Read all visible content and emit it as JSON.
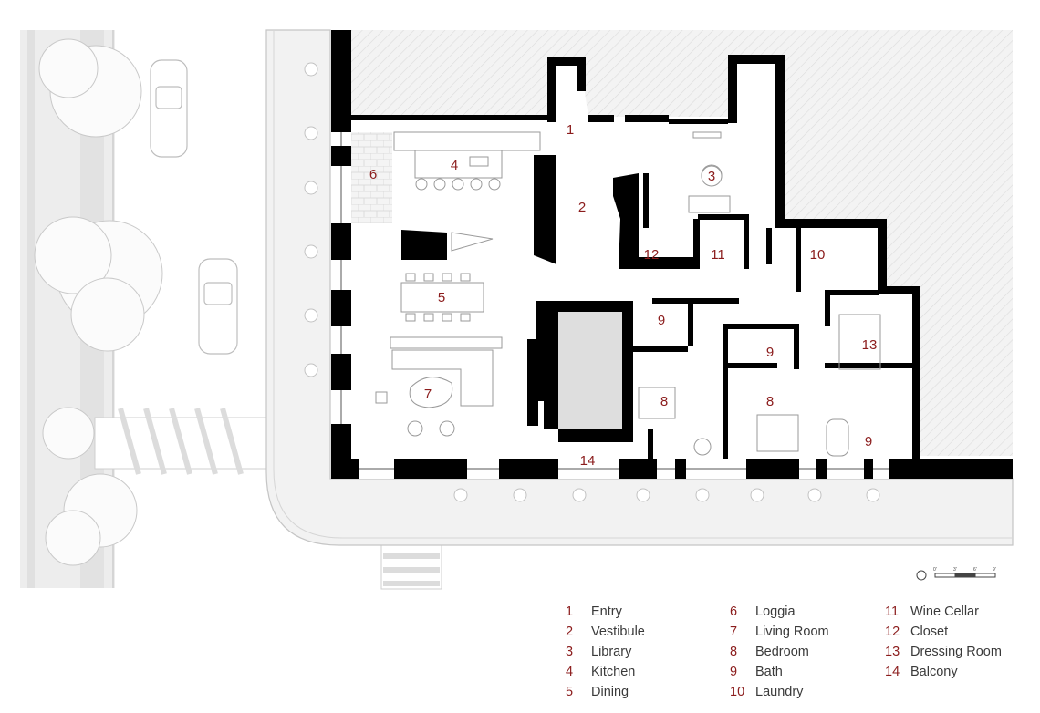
{
  "room_numbers": [
    "1",
    "2",
    "3",
    "4",
    "5",
    "6",
    "7",
    "8",
    "8",
    "9",
    "9",
    "9",
    "10",
    "11",
    "12",
    "13",
    "14"
  ],
  "legend": [
    {
      "num": "1",
      "label": "Entry"
    },
    {
      "num": "2",
      "label": "Vestibule"
    },
    {
      "num": "3",
      "label": "Library"
    },
    {
      "num": "4",
      "label": "Kitchen"
    },
    {
      "num": "5",
      "label": "Dining"
    },
    {
      "num": "6",
      "label": "Loggia"
    },
    {
      "num": "7",
      "label": "Living Room"
    },
    {
      "num": "8",
      "label": "Bedroom"
    },
    {
      "num": "9",
      "label": "Bath"
    },
    {
      "num": "10",
      "label": "Laundry"
    },
    {
      "num": "11",
      "label": "Wine Cellar"
    },
    {
      "num": "12",
      "label": "Closet"
    },
    {
      "num": "13",
      "label": "Dressing Room"
    },
    {
      "num": "14",
      "label": "Balcony"
    }
  ],
  "scale_bar": {
    "ticks": [
      "0'",
      "3'",
      "6'",
      "9'"
    ]
  },
  "colors": {
    "label": "#8b1c1c",
    "wall": "#000000",
    "hatch": "#e9e9e9",
    "sidewalk": "#f2f2f2"
  }
}
